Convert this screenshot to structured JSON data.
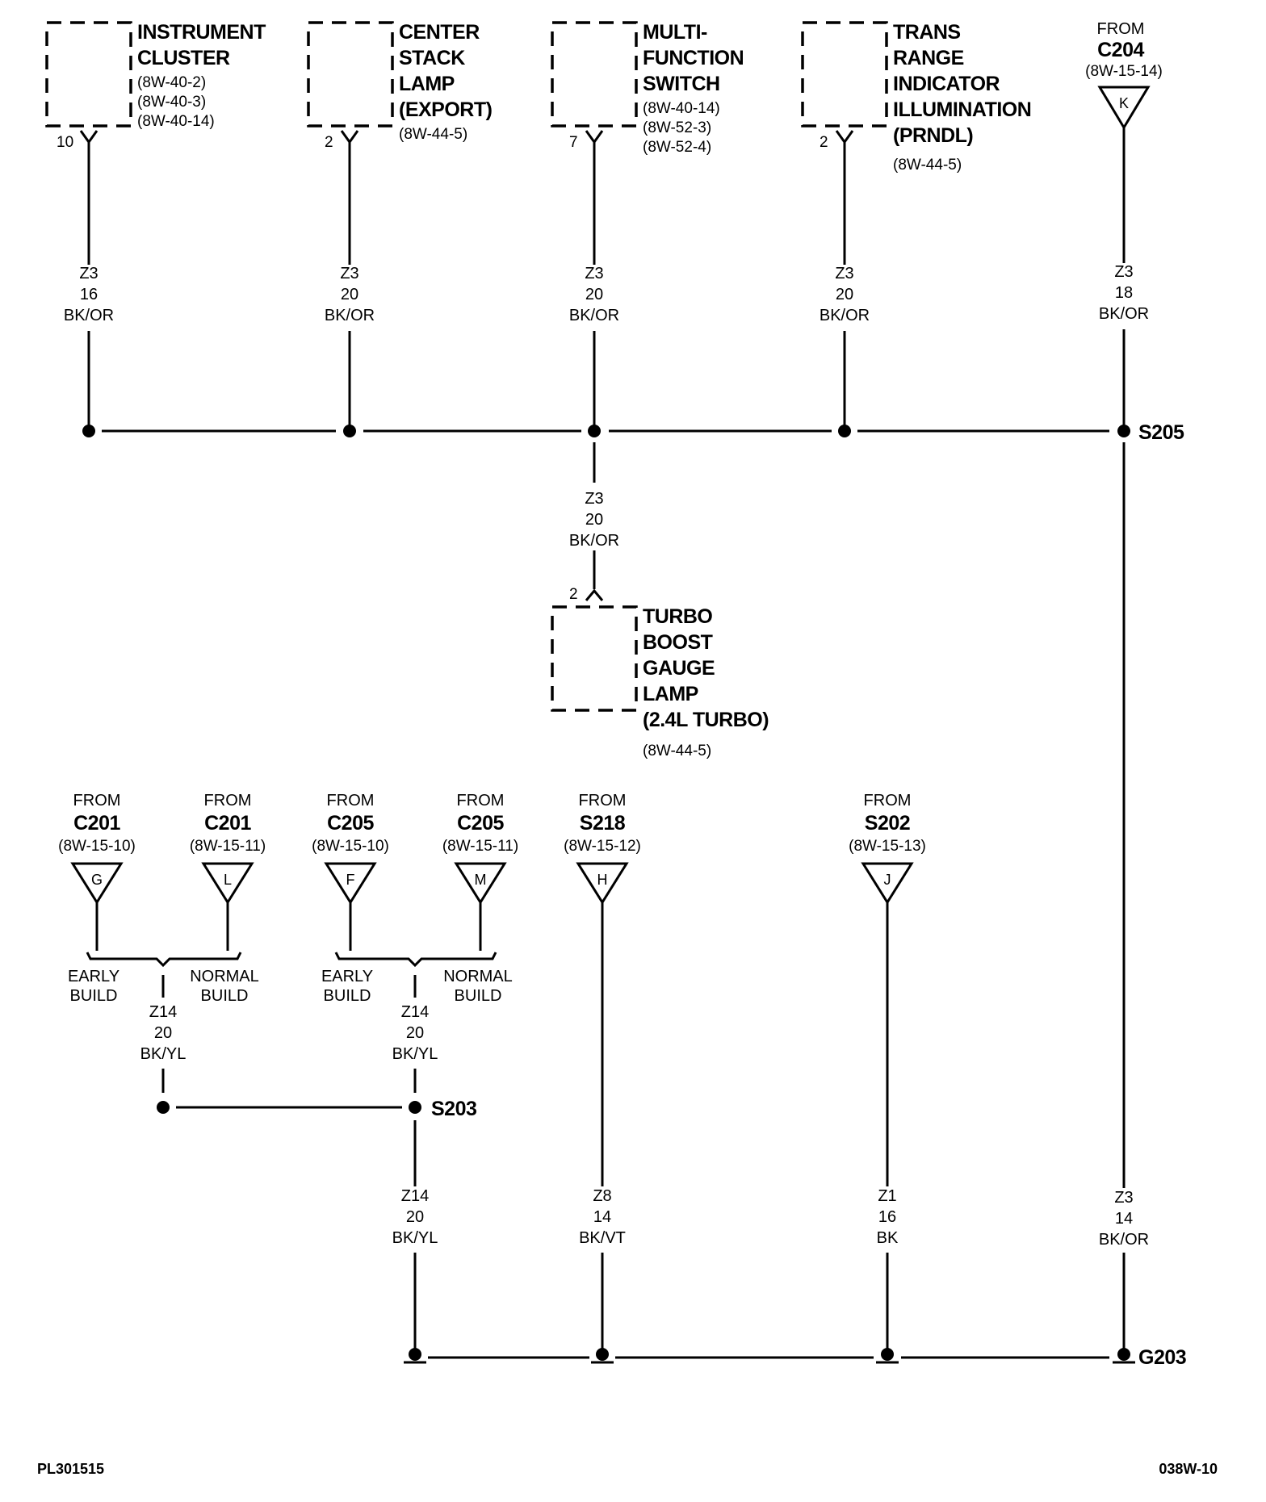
{
  "components": [
    {
      "id": "instrument-cluster",
      "title": [
        "INSTRUMENT",
        "CLUSTER"
      ],
      "refs": [
        "(8W-40-2)",
        "(8W-40-3)",
        "(8W-40-14)"
      ],
      "pin": "10"
    },
    {
      "id": "center-stack-lamp",
      "title": [
        "CENTER",
        "STACK",
        "LAMP",
        "(EXPORT)"
      ],
      "refs": [
        "(8W-44-5)"
      ],
      "pin": "2"
    },
    {
      "id": "multi-function-switch",
      "title": [
        "MULTI-",
        "FUNCTION",
        "SWITCH"
      ],
      "refs": [
        "(8W-40-14)",
        "(8W-52-3)",
        "(8W-52-4)"
      ],
      "pin": "7"
    },
    {
      "id": "trans-range-indicator",
      "title": [
        "TRANS",
        "RANGE",
        "INDICATOR",
        "ILLUMINATION",
        "(PRNDL)"
      ],
      "refs": [
        "(8W-44-5)"
      ],
      "pin": "2"
    },
    {
      "id": "turbo-boost-gauge-lamp",
      "title": [
        "TURBO",
        "BOOST",
        "GAUGE",
        "LAMP",
        "(2.4L TURBO)"
      ],
      "refs": [
        "(8W-44-5)"
      ],
      "pin": "2"
    }
  ],
  "from_connectors": [
    {
      "id": "from-c204",
      "from": "FROM",
      "name": "C204",
      "ref": "(8W-15-14)",
      "letter": "K"
    },
    {
      "id": "from-c201-g",
      "from": "FROM",
      "name": "C201",
      "ref": "(8W-15-10)",
      "letter": "G"
    },
    {
      "id": "from-c201-l",
      "from": "FROM",
      "name": "C201",
      "ref": "(8W-15-11)",
      "letter": "L"
    },
    {
      "id": "from-c205-f",
      "from": "FROM",
      "name": "C205",
      "ref": "(8W-15-10)",
      "letter": "F"
    },
    {
      "id": "from-c205-m",
      "from": "FROM",
      "name": "C205",
      "ref": "(8W-15-11)",
      "letter": "M"
    },
    {
      "id": "from-s218",
      "from": "FROM",
      "name": "S218",
      "ref": "(8W-15-12)",
      "letter": "H"
    },
    {
      "id": "from-s202",
      "from": "FROM",
      "name": "S202",
      "ref": "(8W-15-13)",
      "letter": "J"
    }
  ],
  "wires": [
    {
      "id": "wire-cluster",
      "circuit": "Z3",
      "gauge": "16",
      "color": "BK/OR"
    },
    {
      "id": "wire-center-stack",
      "circuit": "Z3",
      "gauge": "20",
      "color": "BK/OR"
    },
    {
      "id": "wire-multifunction",
      "circuit": "Z3",
      "gauge": "20",
      "color": "BK/OR"
    },
    {
      "id": "wire-prndl",
      "circuit": "Z3",
      "gauge": "20",
      "color": "BK/OR"
    },
    {
      "id": "wire-c204",
      "circuit": "Z3",
      "gauge": "18",
      "color": "BK/OR"
    },
    {
      "id": "wire-turbo",
      "circuit": "Z3",
      "gauge": "20",
      "color": "BK/OR"
    },
    {
      "id": "wire-z14-left",
      "circuit": "Z14",
      "gauge": "20",
      "color": "BK/YL"
    },
    {
      "id": "wire-z14-right",
      "circuit": "Z14",
      "gauge": "20",
      "color": "BK/YL"
    },
    {
      "id": "wire-z14-ground",
      "circuit": "Z14",
      "gauge": "20",
      "color": "BK/YL"
    },
    {
      "id": "wire-z8-ground",
      "circuit": "Z8",
      "gauge": "14",
      "color": "BK/VT"
    },
    {
      "id": "wire-z1-ground",
      "circuit": "Z1",
      "gauge": "16",
      "color": "BK"
    },
    {
      "id": "wire-z3-ground",
      "circuit": "Z3",
      "gauge": "14",
      "color": "BK/OR"
    }
  ],
  "build_options": [
    {
      "id": "build-left-early",
      "lines": [
        "EARLY",
        "BUILD"
      ]
    },
    {
      "id": "build-left-normal",
      "lines": [
        "NORMAL",
        "BUILD"
      ]
    },
    {
      "id": "build-right-early",
      "lines": [
        "EARLY",
        "BUILD"
      ]
    },
    {
      "id": "build-right-normal",
      "lines": [
        "NORMAL",
        "BUILD"
      ]
    }
  ],
  "splices": {
    "s205": "S205",
    "s203": "S203"
  },
  "ground": {
    "g203": "G203"
  },
  "footer": {
    "left": "PL301515",
    "right": "038W-10"
  }
}
